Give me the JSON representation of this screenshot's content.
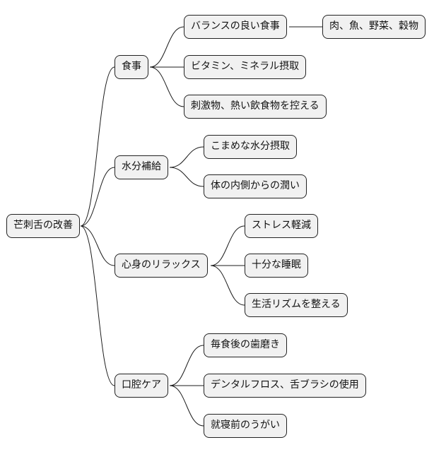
{
  "mindmap": {
    "root": {
      "label": "芒刺舌の改善",
      "children": [
        {
          "label": "食事",
          "children": [
            {
              "label": "バランスの良い食事",
              "children": [
                {
                  "label": "肉、魚、野菜、穀物"
                }
              ]
            },
            {
              "label": "ビタミン、ミネラル摂取"
            },
            {
              "label": "刺激物、熱い飲食物を控える"
            }
          ]
        },
        {
          "label": "水分補給",
          "children": [
            {
              "label": "こまめな水分摂取"
            },
            {
              "label": "体の内側からの潤い"
            }
          ]
        },
        {
          "label": "心身のリラックス",
          "children": [
            {
              "label": "ストレス軽減"
            },
            {
              "label": "十分な睡眠"
            },
            {
              "label": "生活リズムを整える"
            }
          ]
        },
        {
          "label": "口腔ケア",
          "children": [
            {
              "label": "毎食後の歯磨き"
            },
            {
              "label": "デンタルフロス、舌ブラシの使用"
            },
            {
              "label": "就寝前のうがい"
            }
          ]
        }
      ]
    }
  }
}
